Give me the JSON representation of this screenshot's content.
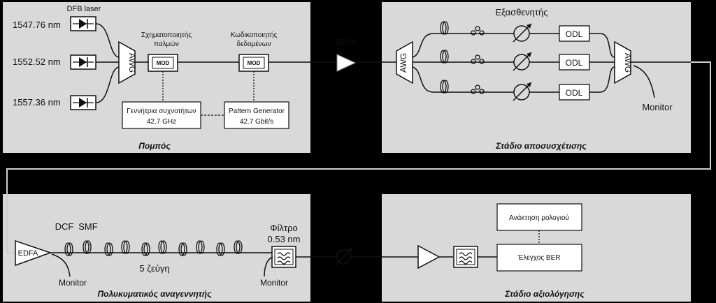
{
  "transmitter": {
    "title": "Πομπός",
    "laser_label": "DFB laser",
    "wavelengths": [
      "1547.76 nm",
      "1552.52 nm",
      "1557.36 nm"
    ],
    "awg": "AWG",
    "pulse_shaper_label": [
      "Σχηματοποιητής",
      "παλμών"
    ],
    "data_encoder_label": [
      "Κωδικοποιητής",
      "δεδομένων"
    ],
    "mod": "MOD",
    "freq_gen": [
      "Γεννήτρια συχνοτήτων",
      "42.7 GHz"
    ],
    "pattern_gen": [
      "Pattern Generator",
      "42.7 Gbit/s"
    ]
  },
  "edfa_top": "EDFA",
  "decorrelation": {
    "title": "Στάδιο αποσυσχέτισης",
    "header": "Εξασθενητής",
    "awg": "AWG",
    "odl": "ODL",
    "monitor": "Monitor"
  },
  "regenerator": {
    "title": "Πολυκυματικός αναγεννητής",
    "edfa": "EDFA",
    "fibers": [
      "DCF",
      "SMF"
    ],
    "pairs": "5 ζεύγη",
    "filter": [
      "Φίλτρο",
      "0.53 nm"
    ],
    "monitor": "Monitor"
  },
  "evaluation": {
    "title": "Στάδιο αξιολόγησης",
    "clock_recovery": "Ανάκτηση ρολογιού",
    "ber": "Έλεγχος BER"
  }
}
